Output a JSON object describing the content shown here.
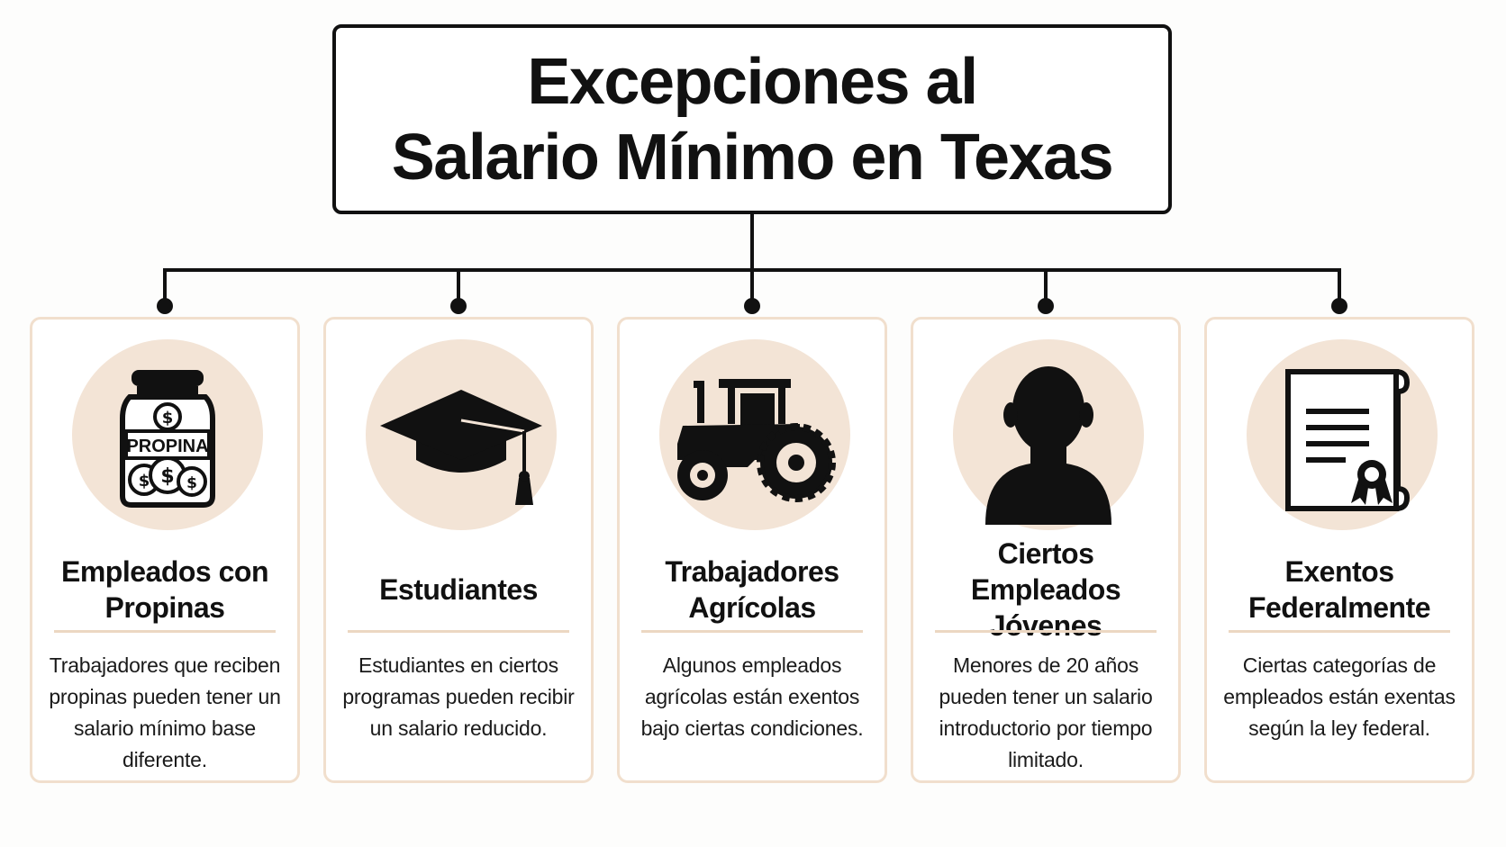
{
  "title": {
    "line1": "Excepciones al",
    "line2": "Salario Mínimo en Texas"
  },
  "categories": [
    {
      "icon": "tip-jar-icon",
      "icon_label": "PROPINA",
      "title": "Empleados con Propinas",
      "description": "Trabajadores que reciben propinas pueden tener un salario mínimo base diferente."
    },
    {
      "icon": "graduation-cap-icon",
      "title": "Estudiantes",
      "description": "Estudiantes en ciertos programas pueden recibir un salario reducido."
    },
    {
      "icon": "tractor-icon",
      "title": "Trabajadores Agrícolas",
      "description": "Algunos empleados agrícolas están exentos bajo ciertas condiciones."
    },
    {
      "icon": "person-silhouette-icon",
      "title": "Ciertos Empleados Jóvenes",
      "description": "Menores de 20 años pueden tener un salario introductorio por tiempo limitado."
    },
    {
      "icon": "certificate-scroll-icon",
      "title": "Exentos Federalmente",
      "description": "Ciertas categorías de empleados están exentas según la ley federal."
    }
  ],
  "colors": {
    "accent_fill": "#f3e4d6",
    "card_border": "#f1dfcd",
    "line": "#111111"
  }
}
